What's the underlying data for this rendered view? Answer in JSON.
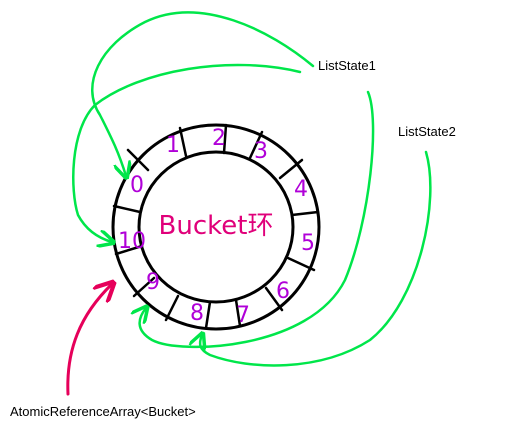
{
  "labels": {
    "list_state_1": "ListState1",
    "list_state_2": "ListState2",
    "array_label": "AtomicReferenceArray<Bucket>",
    "center": "Bucket环"
  },
  "slots": [
    "0",
    "1",
    "2",
    "3",
    "4",
    "5",
    "6",
    "7",
    "8",
    "9",
    "10"
  ],
  "colors": {
    "ring": "#000000",
    "slot_numbers": "#b000d8",
    "center_text": "#e0007a",
    "green_arrows": "#00e64a",
    "pink_arrow": "#e6005a"
  }
}
